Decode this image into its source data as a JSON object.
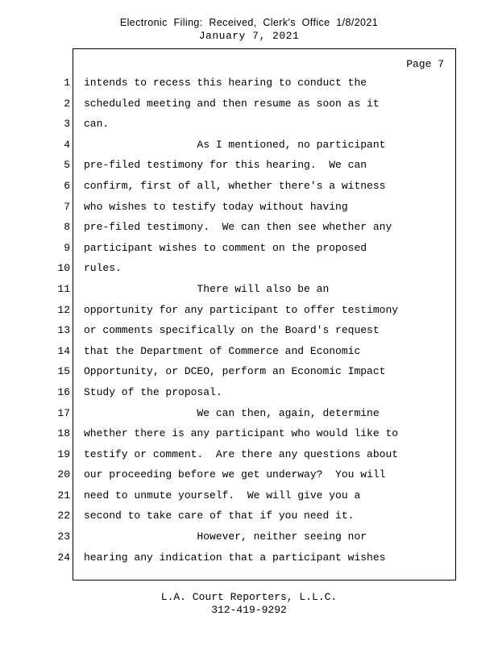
{
  "header": {
    "filing_stamp": "Electronic  Filing:  Received,  Clerk's  Office  1/8/2021",
    "hearing_date": "January 7, 2021"
  },
  "transcript": {
    "page_label": "Page 7",
    "lines": [
      {
        "num": "1",
        "text": "intends to recess this hearing to conduct the"
      },
      {
        "num": "2",
        "text": "scheduled meeting and then resume as soon as it"
      },
      {
        "num": "3",
        "text": "can."
      },
      {
        "num": "4",
        "text": "                  As I mentioned, no participant"
      },
      {
        "num": "5",
        "text": "pre-filed testimony for this hearing.  We can"
      },
      {
        "num": "6",
        "text": "confirm, first of all, whether there's a witness"
      },
      {
        "num": "7",
        "text": "who wishes to testify today without having"
      },
      {
        "num": "8",
        "text": "pre-filed testimony.  We can then see whether any"
      },
      {
        "num": "9",
        "text": "participant wishes to comment on the proposed"
      },
      {
        "num": "10",
        "text": "rules."
      },
      {
        "num": "11",
        "text": "                  There will also be an"
      },
      {
        "num": "12",
        "text": "opportunity for any participant to offer testimony"
      },
      {
        "num": "13",
        "text": "or comments specifically on the Board's request"
      },
      {
        "num": "14",
        "text": "that the Department of Commerce and Economic"
      },
      {
        "num": "15",
        "text": "Opportunity, or DCEO, perform an Economic Impact"
      },
      {
        "num": "16",
        "text": "Study of the proposal."
      },
      {
        "num": "17",
        "text": "                  We can then, again, determine"
      },
      {
        "num": "18",
        "text": "whether there is any participant who would like to"
      },
      {
        "num": "19",
        "text": "testify or comment.  Are there any questions about"
      },
      {
        "num": "20",
        "text": "our proceeding before we get underway?  You will"
      },
      {
        "num": "21",
        "text": "need to unmute yourself.  We will give you a"
      },
      {
        "num": "22",
        "text": "second to take care of that if you need it."
      },
      {
        "num": "23",
        "text": "                  However, neither seeing nor"
      },
      {
        "num": "24",
        "text": "hearing any indication that a participant wishes"
      }
    ]
  },
  "footer": {
    "company": "L.A. Court Reporters, L.L.C.",
    "phone": "312-419-9292"
  }
}
